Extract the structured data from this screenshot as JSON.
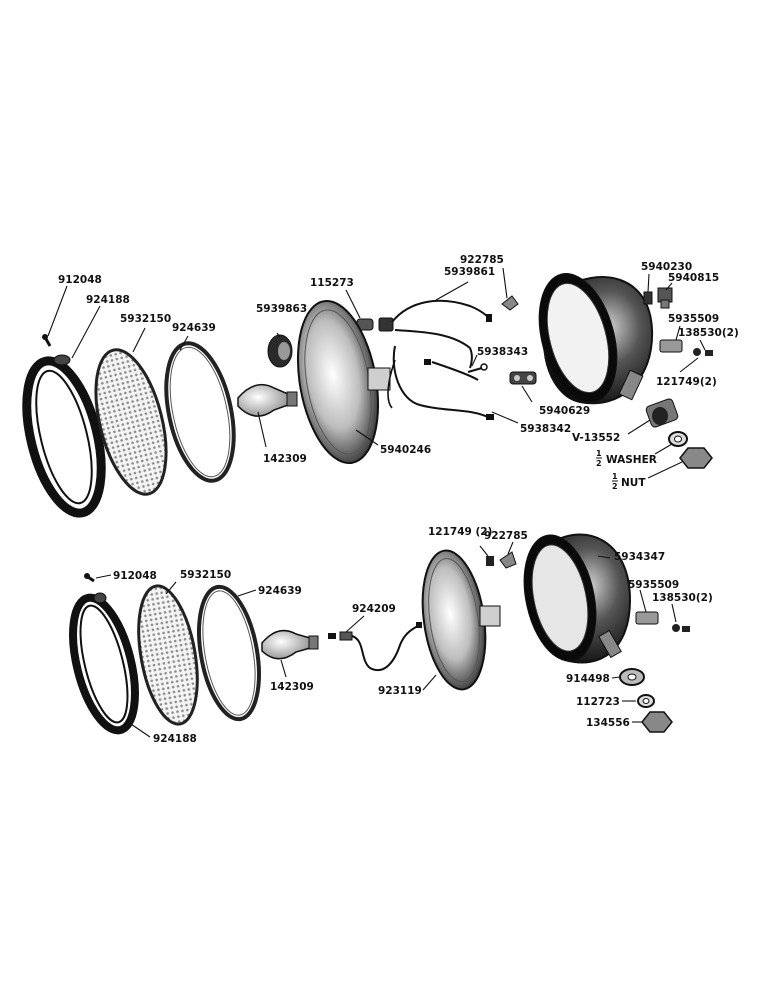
{
  "upper_assembly": {
    "labels": {
      "p912048": "912048",
      "p924188": "924188",
      "p5932150": "5932150",
      "p924639": "924639",
      "p142309": "142309",
      "p5939863": "5939863",
      "p115273": "115273",
      "p5940246": "5940246",
      "p922785": "922785",
      "p5939861": "5939861",
      "p5938343": "5938343",
      "p5940629": "5940629",
      "p5938342": "5938342",
      "p5940230": "5940230",
      "p5940815": "5940815",
      "p5935509": "5935509",
      "p138530": "138530(2)",
      "p121749": "121749(2)",
      "pV13552": "V-13552",
      "washer": "WASHER",
      "nut": "NUT",
      "fraction": "1/2"
    }
  },
  "lower_assembly": {
    "labels": {
      "p912048": "912048",
      "p5932150": "5932150",
      "p924639": "924639",
      "p924188": "924188",
      "p142309": "142309",
      "p924209": "924209",
      "p923119": "923119",
      "p121749": "121749 (2)",
      "p922785": "922785",
      "p5934347": "5934347",
      "p5935509": "5935509",
      "p138530": "138530(2)",
      "p914498": "914498",
      "p112723": "112723",
      "p134556": "134556"
    }
  }
}
